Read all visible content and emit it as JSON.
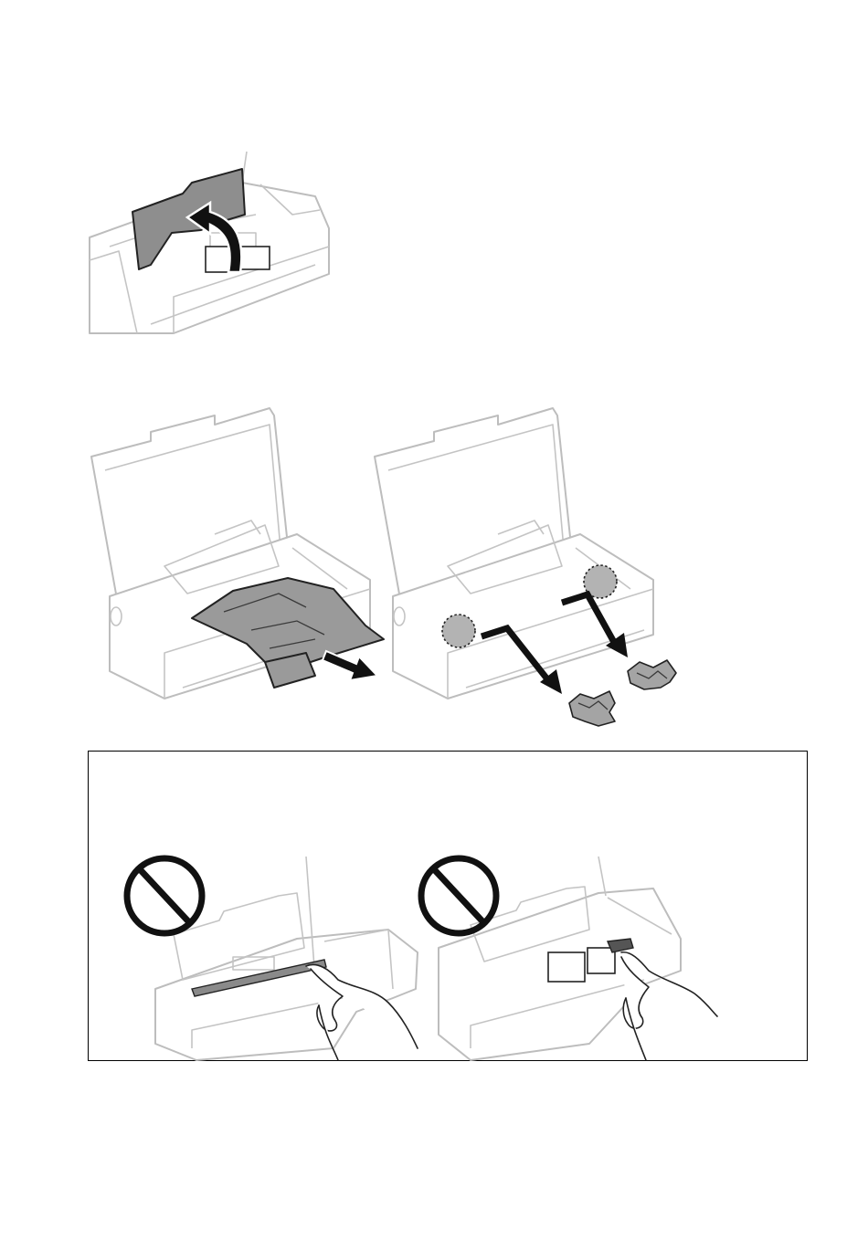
{
  "page": {
    "background": "#ffffff",
    "figures": [
      {
        "id": "figure-open-cover",
        "icons": [
          "curved-up-arrow-icon"
        ]
      },
      {
        "id": "figure-pull-out-jammed-paper",
        "icons": [
          "straight-arrow-icon"
        ]
      },
      {
        "id": "figure-remove-torn-pieces",
        "icons": [
          "elbow-arrow-icon",
          "elbow-arrow-icon"
        ]
      }
    ],
    "note": {
      "border_color": "#000000",
      "figures": [
        {
          "id": "figure-do-not-touch-flat-cable",
          "icons": [
            "prohibited-icon",
            "hand-icon"
          ]
        },
        {
          "id": "figure-do-not-touch-print-head",
          "icons": [
            "prohibited-icon",
            "hand-icon"
          ]
        }
      ]
    }
  },
  "colors": {
    "printer_outline": "#bdbdbd",
    "paper": "#8e8e8e",
    "arrow": "#111111"
  }
}
